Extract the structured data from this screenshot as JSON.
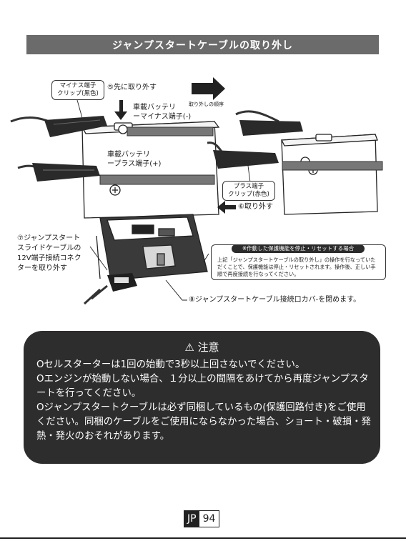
{
  "header": {
    "title": "ジャンプスタートケーブルの取り外し"
  },
  "labels": {
    "minus_clip": [
      "マイナス端子",
      "クリップ(黒色)"
    ],
    "step5": "⑤先に取り外す",
    "order": "取り外しの順序",
    "battery_minus": [
      "車載バッテリ",
      "ーマイナス端子(-)"
    ],
    "battery_plus": [
      "車載バッテリ",
      "ープラス端子(+)"
    ],
    "plus_clip": [
      "プラス端子",
      "クリップ(赤色)"
    ],
    "step6": "⑥取り外す",
    "step7": [
      "⑦ジャンプスタート",
      "スライドケーブルの",
      "12V端子接続コネク",
      "ターを取り外す"
    ],
    "step8": "⑧ジャンプスタートケーブル接続口カバ-を閉めます。"
  },
  "notice": {
    "title": "※作動した保護機能を停止・リセットする場合",
    "body": "上記「ジャンプスタートケーブルの取り外し」の操作を行なっていただくことで、保護機能は停止・リセットされます。操作後、正しい手順で再度接続を行なってください。"
  },
  "caution": {
    "title": "⚠ 注意",
    "items": [
      "Oセルスターターは1回の始動で3秒以上回さないでください。",
      "Oエンジンが始動しない場合、１分以上の間隔をあけてから再度ジャンプスタートを行ってください。",
      "Oジャンプスタートクーブルは必ず同梱しているもの(保護回路付き)をご使用ください。同梱のケーブルをご使用にならなかった場合、ショート・破損・発熱・発火のおそれがあります。"
    ]
  },
  "page": {
    "lang": "JP",
    "number": "94"
  }
}
